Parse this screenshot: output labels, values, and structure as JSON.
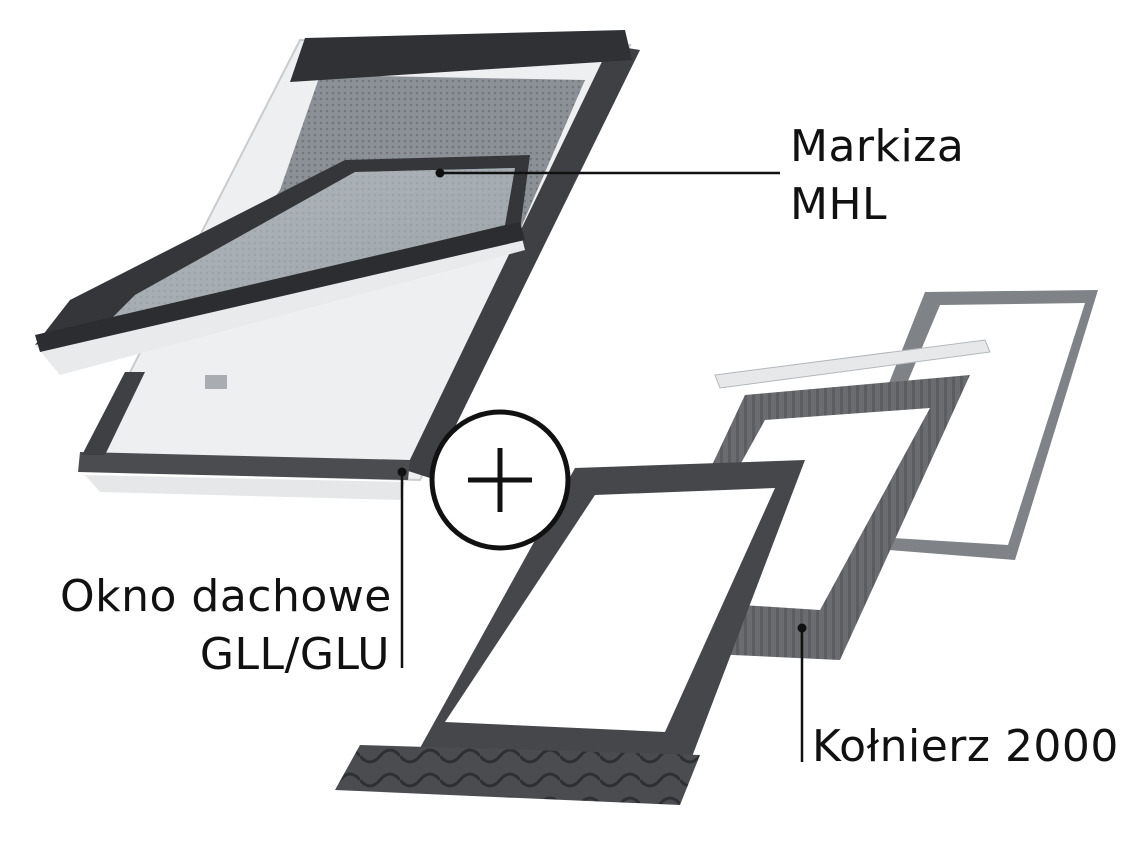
{
  "labels": {
    "markiza": {
      "line1": "Markiza",
      "line2": "MHL"
    },
    "okno": {
      "line1": "Okno dachowe",
      "line2": "GLL/GLU"
    },
    "kolnierz": {
      "line1": "Kołnierz 2000"
    }
  },
  "colors": {
    "frame_dark": "#3c3e42",
    "frame_mid": "#55585d",
    "white_sash": "#f2f3f4",
    "glass": "#cfd8dc",
    "flashing": "#5a5c60",
    "line": "#111111"
  },
  "icons": {
    "plus": "plus-circle-icon"
  }
}
